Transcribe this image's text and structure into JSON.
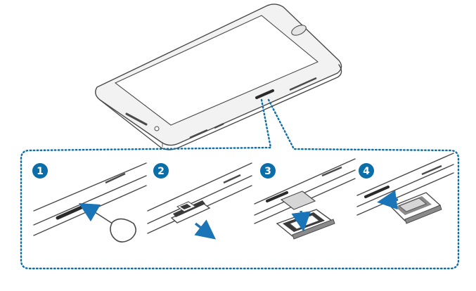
{
  "illustration": {
    "subject": "phone",
    "accent_color": "#0b6ea8",
    "arrow_color": "#1a75b8",
    "outline_color": "#4a4a4a",
    "dotted_color": "#0b6ea8"
  },
  "steps": [
    {
      "number": "1"
    },
    {
      "number": "2"
    },
    {
      "number": "3"
    },
    {
      "number": "4"
    }
  ]
}
